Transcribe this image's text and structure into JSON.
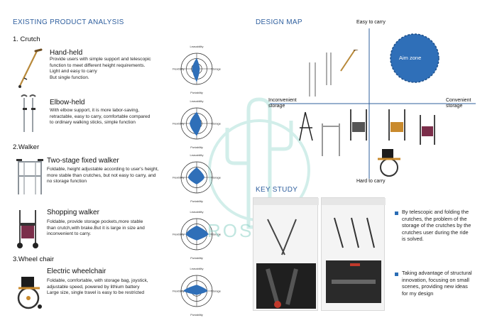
{
  "left": {
    "title": "EXISTING PRODUCT ANALYSIS",
    "sections": [
      {
        "label": "1. Crutch"
      },
      {
        "label": "2.Walker"
      },
      {
        "label": "3.Wheel chair"
      }
    ],
    "products": [
      {
        "title": "Hand-held",
        "desc": [
          "Provide users with simple support and telescopic",
          "function to meet different height requirements.",
          "Light and easy to carry",
          "But single function."
        ]
      },
      {
        "title": "Elbow-held",
        "desc": [
          "With elbow support, it is more labor-saving,",
          "retractable, easy to carry, comfortable compared",
          "to ordinary walking sticks, simple function"
        ]
      },
      {
        "title": "Two-stage fixed walker",
        "desc": [
          "Foldable, height adjustable according to user's height,",
          "more stable than crutches, but not easy to carry, and",
          "no storage function"
        ]
      },
      {
        "title": "Shopping walker",
        "desc": [
          "Foldable, provide storage pockets,more stable",
          "than crutch,with brake.But it is large in size and",
          "inconvenient to carry."
        ]
      },
      {
        "title": "Electric wheelchair",
        "desc": [
          "Foldable, comfortable, with storage bag, joystick,",
          "adjustable speed, powered by lithium battery",
          "Large size, single travel is easy to be restricted"
        ]
      }
    ]
  },
  "radar": {
    "top": "Leavability",
    "left": "Flexibility",
    "right": "Storage",
    "bottom": "Portability",
    "levels": [
      [
        0.7,
        0.3,
        0.2,
        0.85
      ],
      [
        0.75,
        0.45,
        0.3,
        0.8
      ],
      [
        0.65,
        0.55,
        0.5,
        0.45
      ],
      [
        0.55,
        0.7,
        0.75,
        0.4
      ],
      [
        0.4,
        0.85,
        0.7,
        0.25
      ]
    ]
  },
  "map": {
    "title": "DESIGN MAP",
    "top_label": "Easy to carry",
    "bottom_label": "Hard to carry",
    "left_label": [
      "Inconvenient",
      "storage"
    ],
    "right_label": [
      "Convenient",
      "storage"
    ],
    "aim_zone": "Aim zone"
  },
  "key_study": {
    "title": "KEY STUDY",
    "bullets": [
      [
        "By telescopic and folding the",
        "crutches, the problem of the",
        "storage of the crutches by the",
        "crutches user during the ride",
        "is solved."
      ],
      [
        "Taking advantage of structural",
        "innovation, focusing on small",
        "scenes, providing new ideas",
        "for my design"
      ]
    ]
  },
  "watermark": {
    "text": "ROSE"
  },
  "colors": {
    "title_blue": "#2f5f9e",
    "radar_fill": "#2f6fb8",
    "aim_zone": "#2f6fb8",
    "bullet": "#2a6db5"
  }
}
